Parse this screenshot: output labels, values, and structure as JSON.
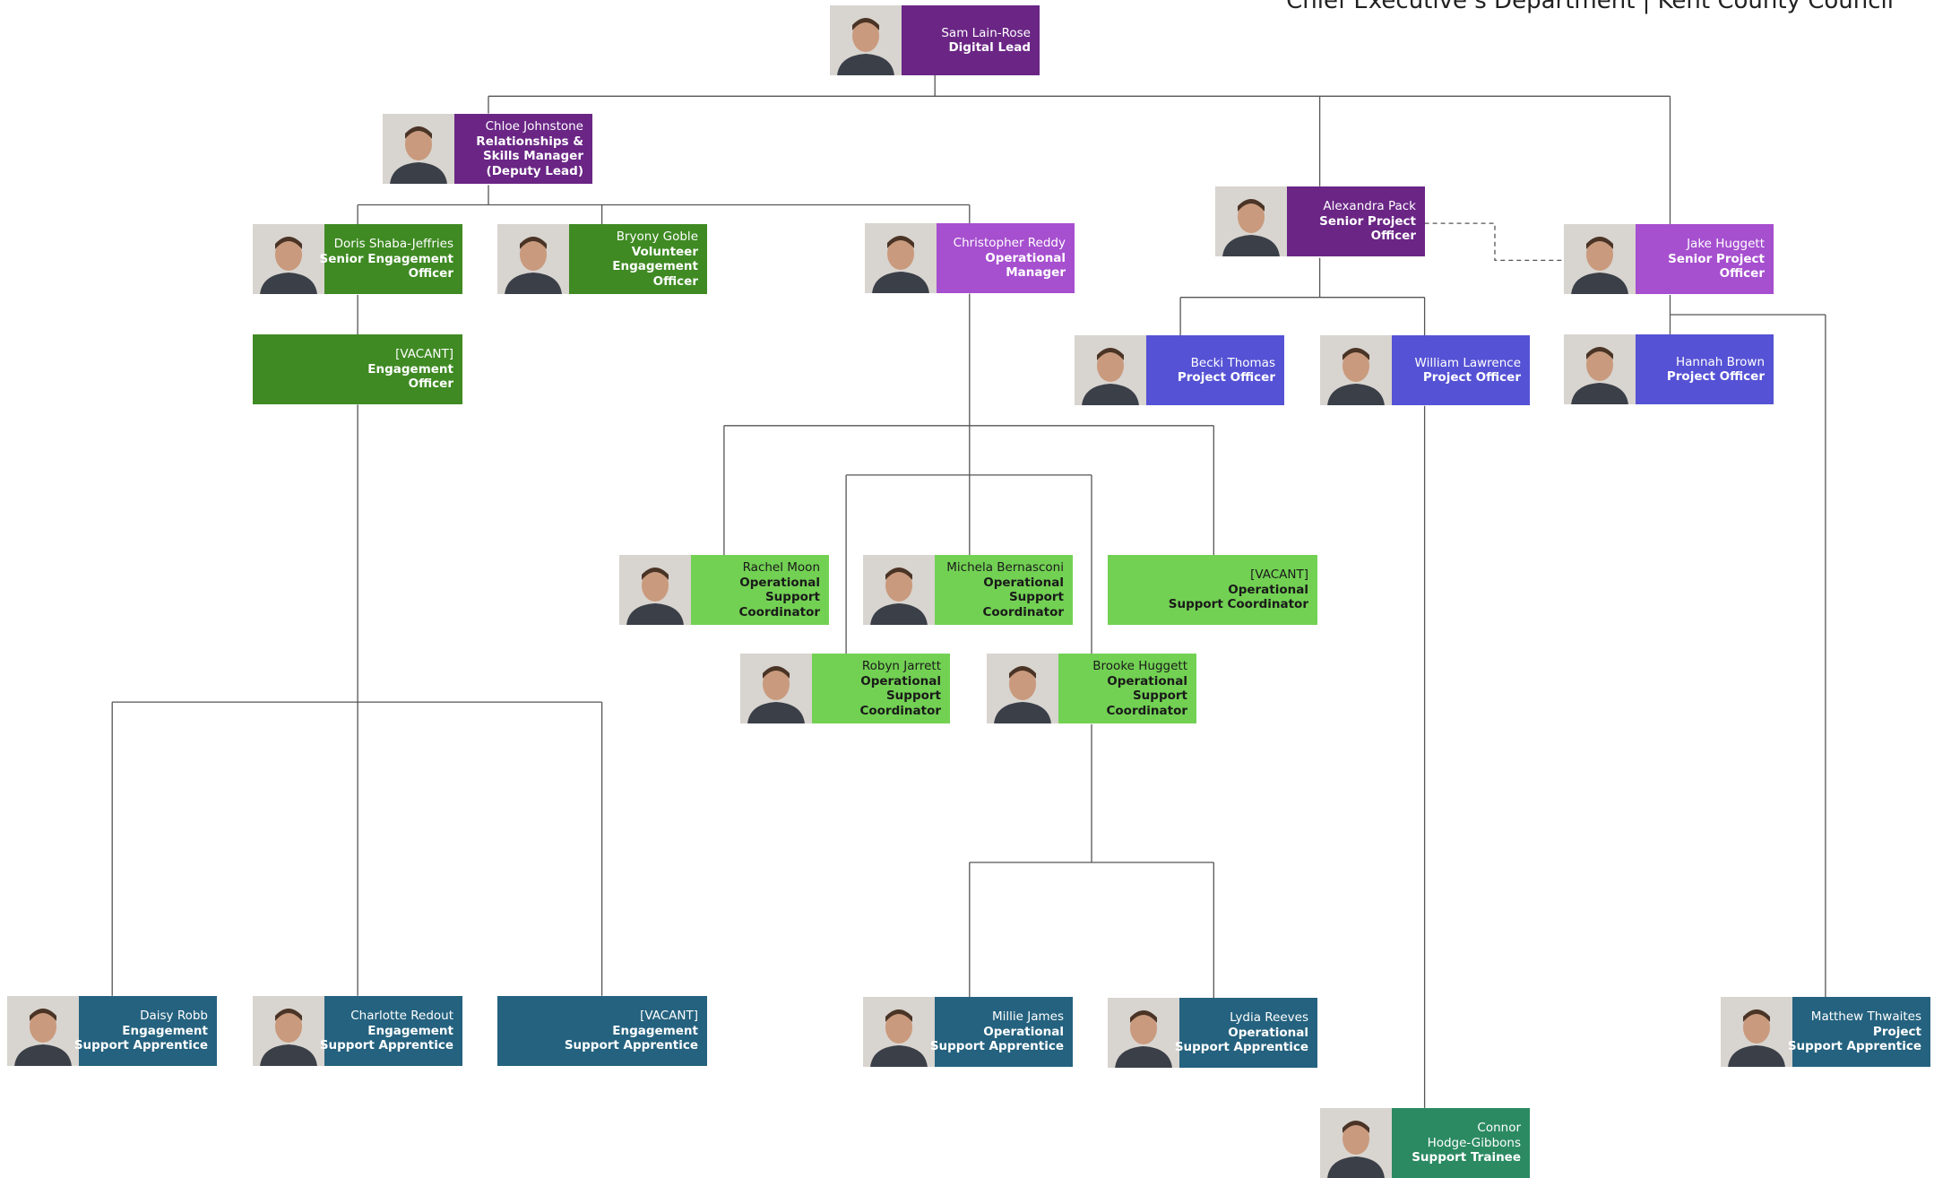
{
  "header": {
    "text": "Chief Executive’s Department | Kent County Council"
  },
  "people": [
    {
      "id": "sam",
      "name": "Sam Lain-Rose",
      "role": [
        "Digital Lead"
      ],
      "color": "#6a2585"
    },
    {
      "id": "chloe",
      "name": "Chloe Johnstone",
      "role": [
        "Relationships &",
        "Skills Manager",
        "(Deputy Lead)"
      ],
      "color": "#6a2585"
    },
    {
      "id": "alexandra",
      "name": "Alexandra Pack",
      "role": [
        "Senior Project",
        "Officer"
      ],
      "color": "#6a2585"
    },
    {
      "id": "jake",
      "name": "Jake Huggett",
      "role": [
        "Senior Project",
        "Officer"
      ],
      "color": "#a64fcf"
    },
    {
      "id": "doris",
      "name": "Doris Shaba-Jeffries",
      "role": [
        "Senior Engagement",
        "Officer"
      ],
      "color": "#3f8a23"
    },
    {
      "id": "bryony",
      "name": "Bryony Goble",
      "role": [
        "Volunteer",
        "Engagement",
        "Officer"
      ],
      "color": "#3f8a23"
    },
    {
      "id": "christopher",
      "name": "Christopher Reddy",
      "role": [
        "Operational",
        "Manager"
      ],
      "color": "#a64fcf"
    },
    {
      "id": "vacant-eng",
      "name": "[VACANT]",
      "role": [
        "Engagement",
        "Officer"
      ],
      "color": "#3f8a23"
    },
    {
      "id": "becki",
      "name": "Becki Thomas",
      "role": [
        "Project Officer"
      ],
      "color": "#5552d5"
    },
    {
      "id": "william",
      "name": "William Lawrence",
      "role": [
        "Project Officer"
      ],
      "color": "#5552d5"
    },
    {
      "id": "hannah",
      "name": "Hannah Brown",
      "role": [
        "Project Officer"
      ],
      "color": "#5552d5"
    },
    {
      "id": "rachel",
      "name": "Rachel Moon",
      "role": [
        "Operational",
        "Support",
        "Coordinator"
      ],
      "color": "#72d153"
    },
    {
      "id": "michela",
      "name": "Michela Bernasconi",
      "role": [
        "Operational",
        "Support",
        "Coordinator"
      ],
      "color": "#72d153"
    },
    {
      "id": "vacant-osc",
      "name": "[VACANT]",
      "role": [
        "Operational",
        "Support Coordinator"
      ],
      "color": "#72d153"
    },
    {
      "id": "robyn",
      "name": "Robyn Jarrett",
      "role": [
        "Operational",
        "Support",
        "Coordinator"
      ],
      "color": "#72d153"
    },
    {
      "id": "brooke",
      "name": "Brooke Huggett",
      "role": [
        "Operational",
        "Support",
        "Coordinator"
      ],
      "color": "#72d153"
    },
    {
      "id": "daisy",
      "name": "Daisy Robb",
      "role": [
        "Engagement",
        "Support Apprentice"
      ],
      "color": "#24627f"
    },
    {
      "id": "charlotte",
      "name": "Charlotte Redout",
      "role": [
        "Engagement",
        "Support Apprentice"
      ],
      "color": "#24627f"
    },
    {
      "id": "vacant-esa",
      "name": "[VACANT]",
      "role": [
        "Engagement",
        "Support Apprentice"
      ],
      "color": "#24627f"
    },
    {
      "id": "millie",
      "name": "Millie James",
      "role": [
        "Operational",
        "Support Apprentice"
      ],
      "color": "#24627f"
    },
    {
      "id": "lydia",
      "name": "Lydia Reeves",
      "role": [
        "Operational",
        "Support Apprentice"
      ],
      "color": "#24627f"
    },
    {
      "id": "matthew",
      "name": "Matthew Thwaites",
      "role": [
        "Project",
        "Support Apprentice"
      ],
      "color": "#24627f"
    },
    {
      "id": "connor",
      "name": "Connor",
      "name2": "Hodge-Gibbons",
      "role": [
        "Support Trainee"
      ],
      "color": "#2b8a62"
    }
  ],
  "links": [
    {
      "from": "sam",
      "to": "chloe"
    },
    {
      "from": "sam",
      "to": "alexandra"
    },
    {
      "from": "sam",
      "to": "jake"
    },
    {
      "from": "chloe",
      "to": "doris"
    },
    {
      "from": "chloe",
      "to": "bryony"
    },
    {
      "from": "chloe",
      "to": "christopher"
    },
    {
      "from": "doris",
      "to": "vacant-eng"
    },
    {
      "from": "vacant-eng",
      "to": "daisy"
    },
    {
      "from": "vacant-eng",
      "to": "charlotte"
    },
    {
      "from": "vacant-eng",
      "to": "vacant-esa"
    },
    {
      "from": "alexandra",
      "to": "becki"
    },
    {
      "from": "alexandra",
      "to": "william"
    },
    {
      "from": "william",
      "to": "connor"
    },
    {
      "from": "jake",
      "to": "hannah"
    },
    {
      "from": "jake",
      "to": "matthew"
    },
    {
      "from": "christopher",
      "to": "rachel"
    },
    {
      "from": "christopher",
      "to": "michela"
    },
    {
      "from": "christopher",
      "to": "vacant-osc"
    },
    {
      "from": "christopher",
      "to": "robyn"
    },
    {
      "from": "christopher",
      "to": "brooke"
    },
    {
      "from": "brooke",
      "to": "millie"
    },
    {
      "from": "brooke",
      "to": "lydia"
    },
    {
      "from": "alexandra",
      "to": "jake",
      "style": "dashed"
    }
  ]
}
